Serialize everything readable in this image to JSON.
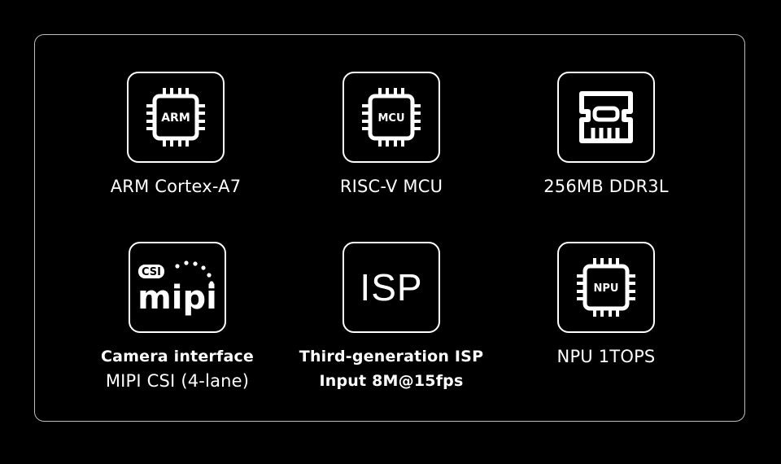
{
  "features": [
    {
      "icon_label": "ARM",
      "caption_lines": [
        {
          "text": "ARM Cortex-A7",
          "bold": false
        }
      ]
    },
    {
      "icon_label": "MCU",
      "caption_lines": [
        {
          "text": "RISC-V MCU",
          "bold": false
        }
      ]
    },
    {
      "icon_label": "",
      "caption_lines": [
        {
          "text": "256MB DDR3L",
          "bold": false
        }
      ]
    },
    {
      "icon_label": "CSI",
      "icon_word": "mipi",
      "caption_lines": [
        {
          "text": "Camera interface",
          "bold": true
        },
        {
          "text": "MIPI CSI (4-lane)",
          "bold": false
        }
      ]
    },
    {
      "icon_label": "ISP",
      "caption_lines": [
        {
          "text": "Third-generation ISP",
          "bold": true
        },
        {
          "text": "Input 8M@15fps",
          "bold": true
        }
      ]
    },
    {
      "icon_label": "NPU",
      "caption_lines": [
        {
          "text": "NPU 1TOPS",
          "bold": false
        }
      ]
    }
  ],
  "colors": {
    "background": "#000000",
    "foreground": "#ffffff",
    "border": "#bdbdbd"
  }
}
